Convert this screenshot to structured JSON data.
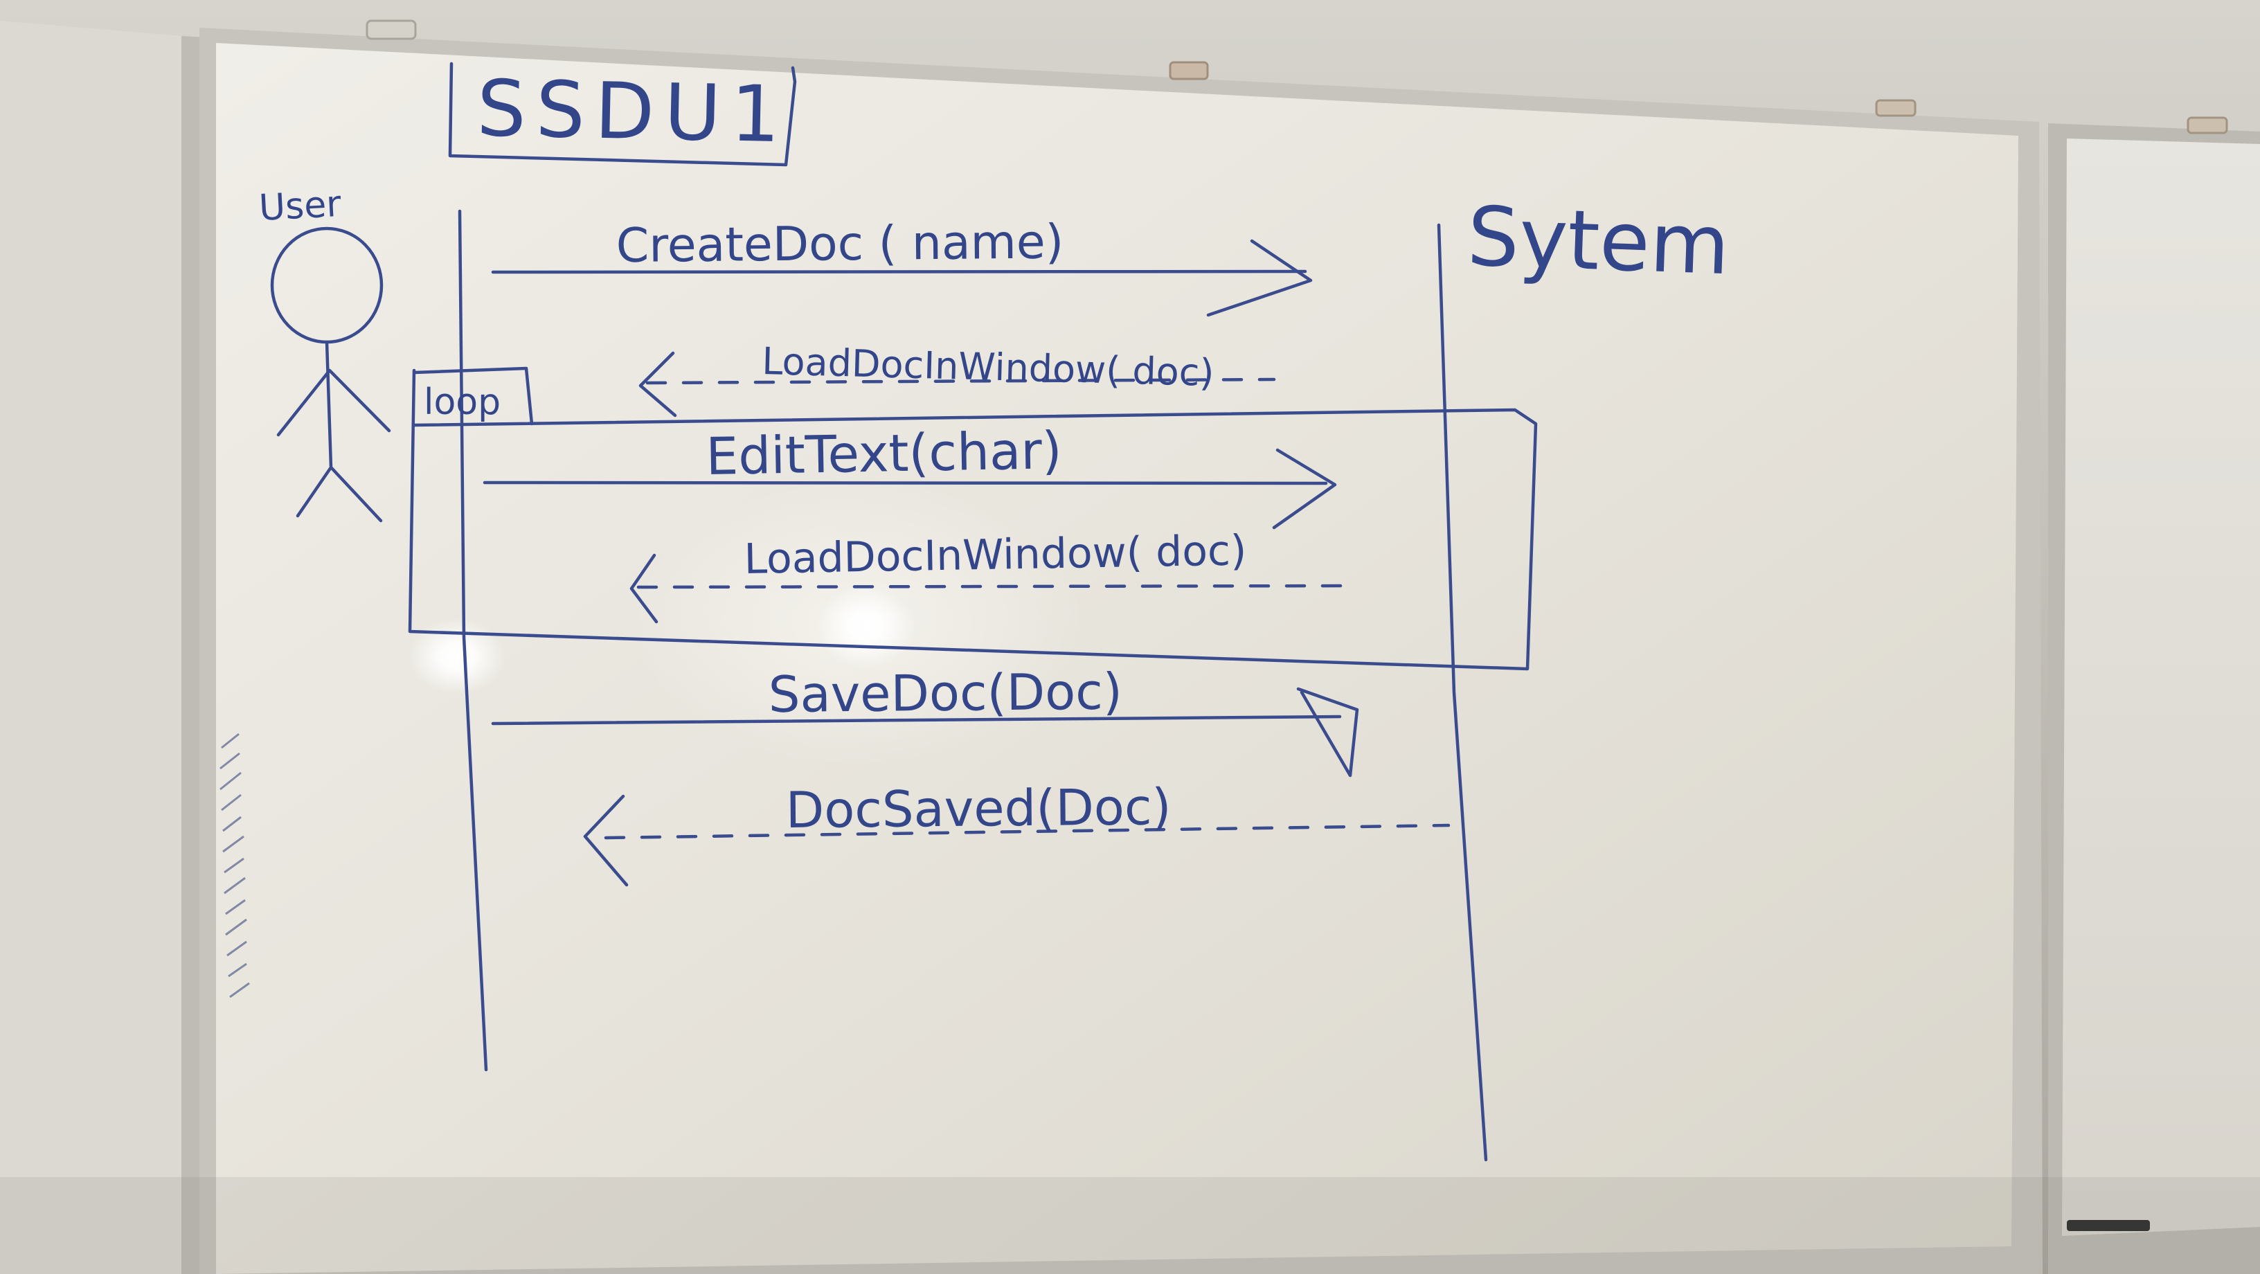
{
  "diagram": {
    "title": "SSDU1",
    "actor_label": "User",
    "system_label": "Sytem",
    "fragment_label": "loop",
    "messages": [
      {
        "label": "CreateDoc ( name)",
        "kind": "call"
      },
      {
        "label": "LoadDocInWindow( doc)",
        "kind": "return"
      },
      {
        "label": "EditText(char)",
        "kind": "call"
      },
      {
        "label": "LoadDocInWindow( doc)",
        "kind": "return"
      },
      {
        "label": "SaveDoc(Doc)",
        "kind": "call"
      },
      {
        "label": "DocSaved(Doc)",
        "kind": "return"
      }
    ]
  },
  "colors": {
    "ink": "#3b4c8e",
    "board": "#e9e6df",
    "frame": "#c8c6c0",
    "wall": "#b7b4ae"
  }
}
